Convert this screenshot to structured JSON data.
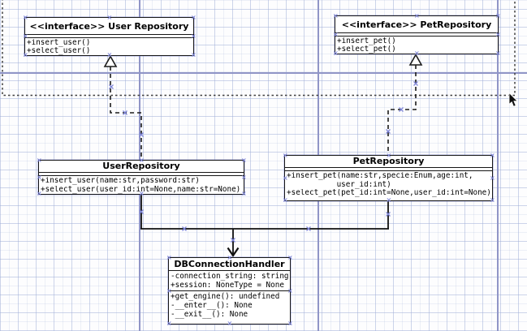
{
  "canvas": {
    "colors": {
      "background": "#fdfdfe",
      "grid_minor": "#aeb9d7",
      "grid_major": "#9095c7",
      "box_border": "#161616",
      "box_fill": "#ffffff",
      "text": "#000000",
      "selection_handle": "#7e85d8",
      "marquee": "#3f3f3f"
    }
  },
  "nodes": {
    "userInterface": {
      "title": "<<interface>> User Repository",
      "attributes": [],
      "methods": [
        "+insert_user()",
        "+select_user()"
      ]
    },
    "petInterface": {
      "title": "<<interface>> PetRepository",
      "attributes": [],
      "methods": [
        "+insert_pet()",
        "+select_pet()"
      ]
    },
    "userRepository": {
      "title": "UserRepository",
      "attributes": [],
      "methods": [
        "+insert_user(name:str,password:str)",
        "+select_user(user_id:int=None,name:str=None)"
      ]
    },
    "petRepository": {
      "title": "PetRepository",
      "attributes": [],
      "methods": [
        "+insert_pet(name:str,specie:Enum,age:int,",
        "           user_id:int)",
        "+select_pet(pet_id:int=None,user_id:int=None)"
      ]
    },
    "dbConnectionHandler": {
      "title": "DBConnectionHandler",
      "attributes": [
        "-connection_string: string",
        "+session: NoneType = None"
      ],
      "methods": [
        "+get_engine(): undefined",
        "-__enter__(): None",
        "-__exit__(): None"
      ]
    }
  },
  "relations": [
    {
      "type": "realization",
      "from": "UserRepository",
      "to": "<<interface>> User Repository"
    },
    {
      "type": "realization",
      "from": "PetRepository",
      "to": "<<interface>> PetRepository"
    },
    {
      "type": "directed-association",
      "from": "UserRepository, PetRepository",
      "to": "DBConnectionHandler"
    }
  ]
}
